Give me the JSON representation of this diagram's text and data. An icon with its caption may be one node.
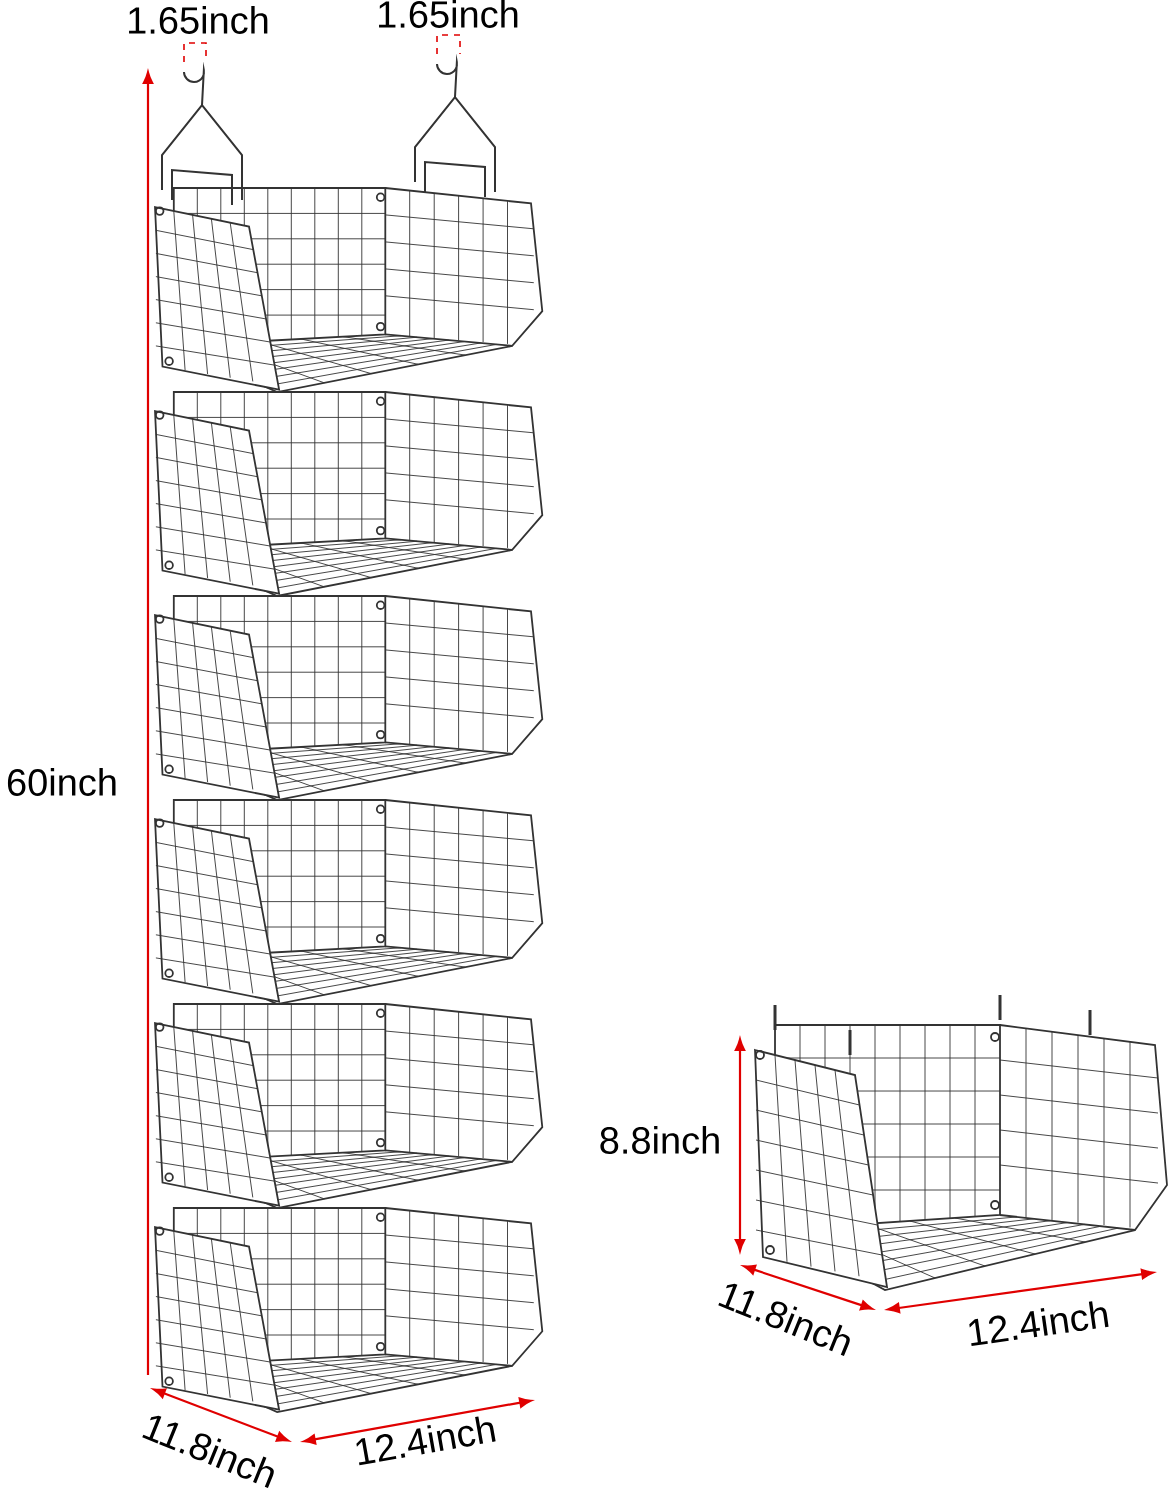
{
  "diagram": {
    "labels": [
      "1.65inch",
      "1.65inch",
      "60inch",
      "8.8inch",
      "11.8inch",
      "12.4inch",
      "12.4inch",
      "11.8inch"
    ]
  }
}
